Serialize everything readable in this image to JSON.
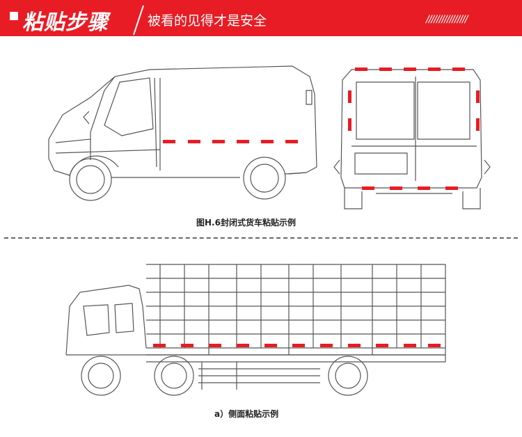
{
  "banner": {
    "title": "粘贴步骤",
    "subtitle": "被看的见得才是安全",
    "stripes": "////////////////",
    "colors": {
      "red": "#e81c24",
      "white": "#ffffff"
    }
  },
  "figure1": {
    "caption": "图H.6封闭式货车粘贴示例"
  },
  "figure2": {
    "caption": "a）侧面粘贴示例"
  }
}
